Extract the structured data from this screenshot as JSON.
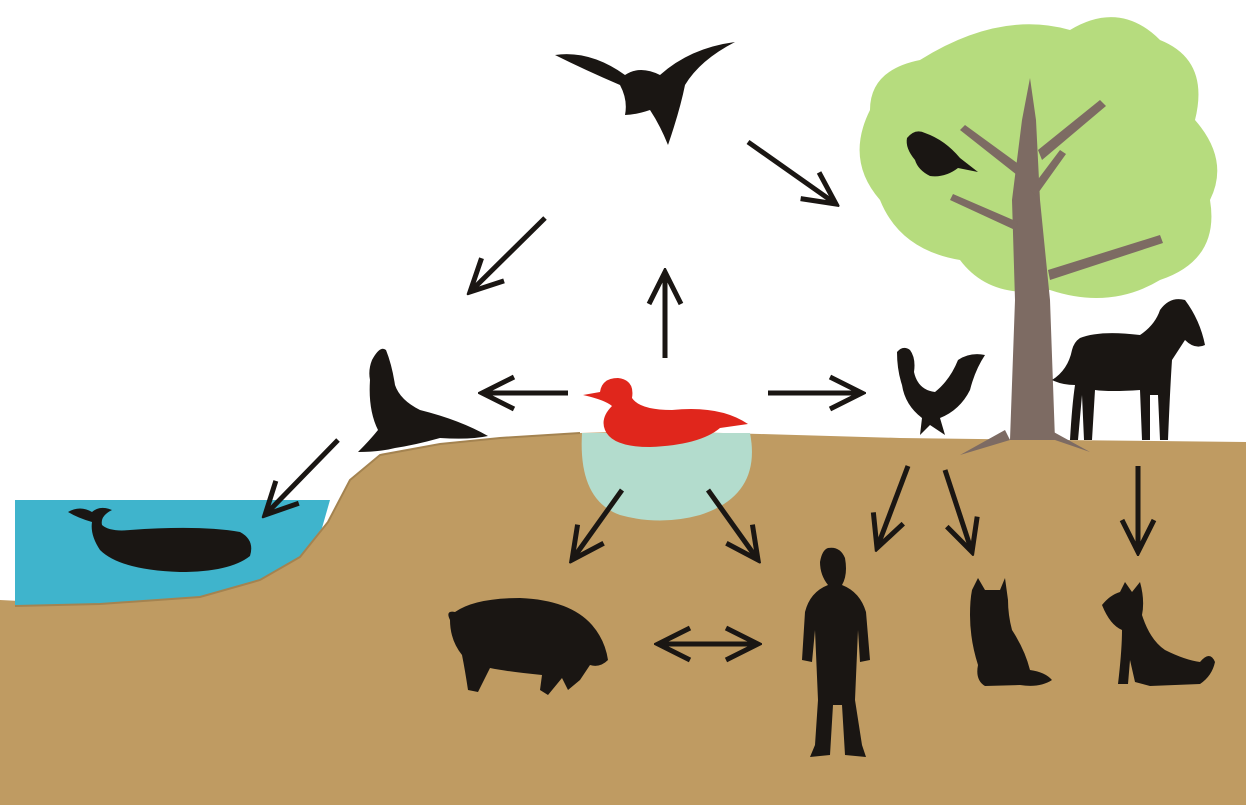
{
  "colors": {
    "ground": "#bf9b62",
    "ground_edge": "#a48350",
    "sea": "#3fb4cc",
    "pond": "#b3dccd",
    "foliage": "#b6dc7e",
    "trunk": "#7d6b63",
    "silhouette": "#1a1613",
    "duck": "#e0261c"
  },
  "nodes": [
    {
      "id": "duck",
      "icon": "duck-icon",
      "color": "red"
    },
    {
      "id": "wild-bird",
      "icon": "flying-bird-icon"
    },
    {
      "id": "perched-bird",
      "icon": "perched-bird-icon"
    },
    {
      "id": "sea-lion",
      "icon": "sea-lion-icon"
    },
    {
      "id": "whale",
      "icon": "whale-icon"
    },
    {
      "id": "chicken",
      "icon": "rooster-icon"
    },
    {
      "id": "horse",
      "icon": "horse-icon"
    },
    {
      "id": "pig",
      "icon": "pig-icon"
    },
    {
      "id": "human",
      "icon": "human-icon"
    },
    {
      "id": "cat",
      "icon": "cat-icon"
    },
    {
      "id": "dog",
      "icon": "dog-icon"
    }
  ],
  "edges": [
    {
      "from": "duck",
      "to": "wild-bird"
    },
    {
      "from": "duck",
      "to": "sea-lion"
    },
    {
      "from": "duck",
      "to": "chicken"
    },
    {
      "from": "duck",
      "to": "pig"
    },
    {
      "from": "duck",
      "to": "human"
    },
    {
      "from": "wild-bird",
      "to": "sea-lion"
    },
    {
      "from": "wild-bird",
      "to": "perched-bird"
    },
    {
      "from": "sea-lion",
      "to": "whale"
    },
    {
      "from": "chicken",
      "to": "human"
    },
    {
      "from": "chicken",
      "to": "cat"
    },
    {
      "from": "horse",
      "to": "dog"
    },
    {
      "from": "pig",
      "to": "human",
      "bidirectional": true
    }
  ]
}
